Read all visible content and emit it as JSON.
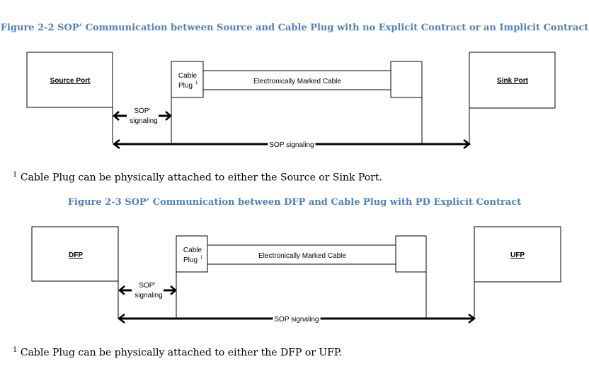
{
  "figures": [
    {
      "caption": "Figure 2-2 SOP’ Communication between Source and Cable Plug with no Explicit Contract or an Implicit Contract",
      "left_port": "Source Port",
      "right_port": "Sink Port",
      "plug_line1": "Cable",
      "plug_line2": "Plug",
      "plug_sup": "1",
      "cable": "Electronically Marked Cable",
      "sop_prime_line1": "SOP’",
      "sop_prime_line2": "signaling",
      "sop_signaling": "SOP signaling",
      "footnote_mark": "1",
      "footnote": "Cable Plug can be physically attached to either the Source or Sink Port."
    },
    {
      "caption": "Figure 2-3 SOP’ Communication between DFP and Cable Plug with PD Explicit Contract",
      "left_port": "DFP",
      "right_port": "UFP",
      "plug_line1": "Cable",
      "plug_line2": "Plug",
      "plug_sup": "1",
      "cable": "Electronically Marked Cable",
      "sop_prime_line1": "SOP’",
      "sop_prime_line2": "signaling",
      "sop_signaling": "SOP signaling",
      "footnote_mark": "1",
      "footnote": "Cable Plug can be physically attached to either the DFP or UFP."
    }
  ]
}
